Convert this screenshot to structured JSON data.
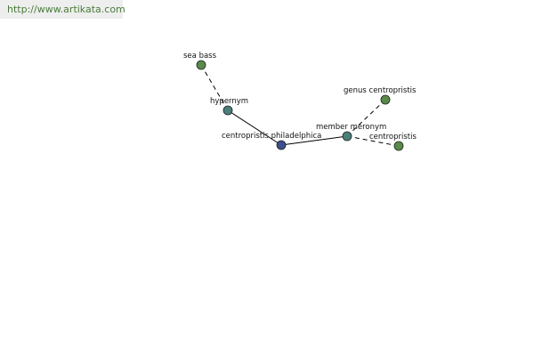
{
  "header": {
    "url": "http://www.artikata.com"
  },
  "colors": {
    "node_green": "#5a8a4a",
    "node_teal": "#4a7f7a",
    "node_blue": "#3b4f8c",
    "edge": "#000000"
  },
  "graph": {
    "nodes": [
      {
        "id": "sea_bass",
        "label": "sea bass",
        "kind": "green"
      },
      {
        "id": "hypernym",
        "label": "hypernym",
        "kind": "teal"
      },
      {
        "id": "centropristis_philadelphica",
        "label": "centropristis philadelphica",
        "kind": "blue"
      },
      {
        "id": "member_meronym",
        "label": "member meronym",
        "kind": "teal"
      },
      {
        "id": "genus_centropristis",
        "label": "genus centropristis",
        "kind": "green"
      },
      {
        "id": "centropristis",
        "label": "centropristis",
        "kind": "green"
      }
    ],
    "edges": [
      {
        "from": "sea_bass",
        "to": "hypernym",
        "style": "dashed"
      },
      {
        "from": "hypernym",
        "to": "centropristis_philadelphica",
        "style": "solid"
      },
      {
        "from": "centropristis_philadelphica",
        "to": "member_meronym",
        "style": "solid"
      },
      {
        "from": "member_meronym",
        "to": "genus_centropristis",
        "style": "dashed"
      },
      {
        "from": "member_meronym",
        "to": "centropristis",
        "style": "dashed"
      }
    ]
  }
}
